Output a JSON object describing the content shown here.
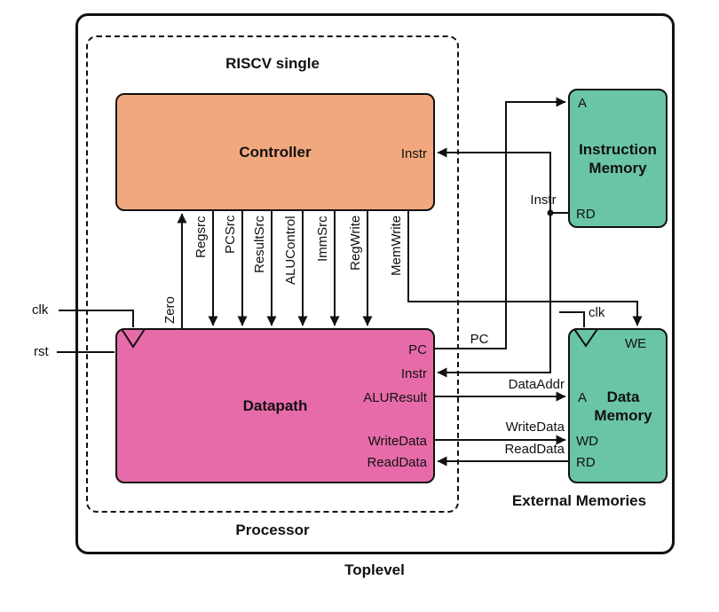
{
  "colors": {
    "controller": "#F2A87E",
    "datapath": "#E76BA9",
    "memory": "#6AC5A4",
    "wire": "#111111"
  },
  "labels": {
    "toplevel": "Toplevel",
    "processor": "Processor",
    "riscv_single": "RISCV single",
    "external_memories": "External Memories",
    "clk": "clk",
    "rst": "rst",
    "clk_mem": "clk"
  },
  "controller": {
    "title": "Controller",
    "port_instr": "Instr"
  },
  "datapath": {
    "title": "Datapath",
    "port_pc": "PC",
    "port_instr": "Instr",
    "port_aluresult": "ALUResult",
    "port_writedata": "WriteData",
    "port_readdata": "ReadData"
  },
  "instruction_memory": {
    "title_line1": "Instruction",
    "title_line2": "Memory",
    "port_a": "A",
    "port_rd": "RD"
  },
  "data_memory": {
    "title_line1": "Data",
    "title_line2": "Memory",
    "port_we": "WE",
    "port_a": "A",
    "port_wd": "WD",
    "port_rd": "RD"
  },
  "control_signals": {
    "zero": "Zero",
    "regsrc": "Regsrc",
    "pcsrc": "PCSrc",
    "resultsrc": "ResultSrc",
    "alucontrol": "ALUControl",
    "immsrc": "ImmSrc",
    "regwrite": "RegWrite",
    "memwrite": "MemWrite"
  },
  "wire_labels": {
    "pc": "PC",
    "instr": "Instr",
    "dataaddr": "DataAddr",
    "writedata": "WriteData",
    "readdata": "ReadData"
  }
}
